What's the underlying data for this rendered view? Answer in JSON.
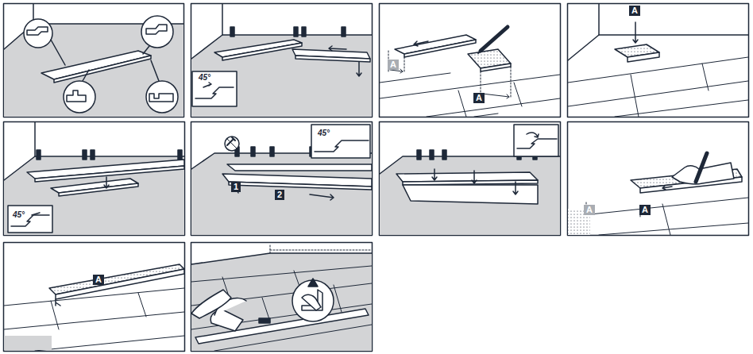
{
  "diagram": {
    "labels": [
      "45°",
      "A",
      "A",
      "A",
      "45°",
      "45°",
      "1",
      "2",
      "A",
      "A",
      "A"
    ]
  }
}
